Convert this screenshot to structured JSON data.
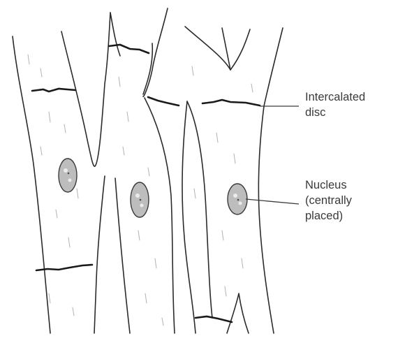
{
  "labels": {
    "intercalated_disc": [
      "Intercalated",
      "disc"
    ],
    "nucleus": [
      "Nucleus",
      "(centrally",
      "placed)"
    ]
  },
  "colors": {
    "outline": "#2b2b2b",
    "disc": "#1a1a1a",
    "striation": "#9a9a9a",
    "nucleus_fill": "#bdbdbd",
    "nucleus_edge": "#3a3a3a",
    "label_text": "#3a3a3a"
  }
}
